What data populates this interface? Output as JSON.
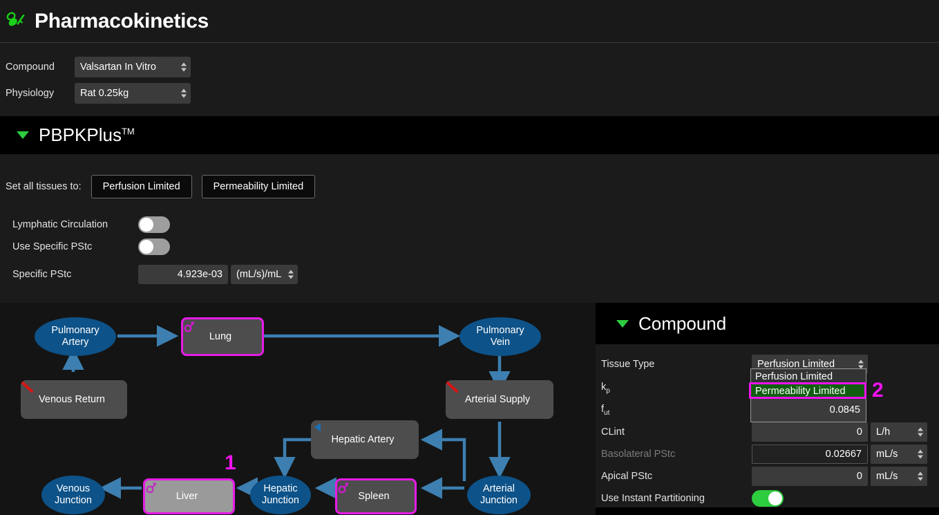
{
  "header": {
    "title": "Pharmacokinetics",
    "logo_icon": "pill-syringe-icon"
  },
  "top_form": {
    "rows": [
      {
        "label": "Compound",
        "value": "Valsartan In Vitro"
      },
      {
        "label": "Physiology",
        "value": "Rat 0.25kg"
      }
    ]
  },
  "pbpk": {
    "section_title": "PBPKPlus",
    "trademark": "TM",
    "caret_icon": "caret-down-icon",
    "set_all_label": "Set all tissues to:",
    "buttons": [
      "Perfusion Limited",
      "Permeability Limited"
    ],
    "toggles": [
      {
        "label": "Lymphatic Circulation",
        "state": "off"
      },
      {
        "label": "Use Specific PStc",
        "state": "off"
      }
    ],
    "specific_pstc": {
      "label": "Specific PStc",
      "value": "4.923e-03",
      "unit": "(mL/s)/mL"
    }
  },
  "diagram": {
    "nodes": [
      {
        "id": "pulmonary-artery",
        "label": "Pulmonary\nArtery",
        "shape": "ellipse"
      },
      {
        "id": "lung",
        "label": "Lung",
        "shape": "rect",
        "icon": "permeability-icon",
        "annotated": true
      },
      {
        "id": "pulmonary-vein",
        "label": "Pulmonary\nVein",
        "shape": "ellipse"
      },
      {
        "id": "venous-return",
        "label": "Venous Return",
        "shape": "rect",
        "icon": "red-slash-icon"
      },
      {
        "id": "arterial-supply",
        "label": "Arterial Supply",
        "shape": "rect",
        "icon": "red-slash-icon"
      },
      {
        "id": "hepatic-artery",
        "label": "Hepatic Artery",
        "shape": "rect",
        "icon": "blue-arrow-left-icon"
      },
      {
        "id": "venous-junction",
        "label": "Venous\nJunction",
        "shape": "ellipse"
      },
      {
        "id": "liver",
        "label": "Liver",
        "shape": "rect",
        "icon": "permeability-icon",
        "annotated": true,
        "selected": true
      },
      {
        "id": "hepatic-junction",
        "label": "Hepatic\nJunction",
        "shape": "ellipse"
      },
      {
        "id": "spleen",
        "label": "Spleen",
        "shape": "rect",
        "icon": "permeability-icon",
        "annotated": true
      },
      {
        "id": "arterial-junction",
        "label": "Arterial\nJunction",
        "shape": "ellipse"
      }
    ],
    "annotations": [
      {
        "number": "1",
        "target": "liver"
      }
    ],
    "colors": {
      "ellipse": "#0d5288",
      "rect": "#4d4d4d",
      "edge": "#3d7fb0",
      "annotation": "#f012f0"
    }
  },
  "compound": {
    "section_title": "Compound",
    "caret_icon": "caret-down-icon",
    "tissue_type": {
      "label": "Tissue Type",
      "value": "Perfusion Limited",
      "options": [
        "Perfusion Limited",
        "Permeability Limited"
      ],
      "highlighted_option": "Permeability Limited",
      "open": true
    },
    "fields": [
      {
        "label": "kp",
        "sub": "p",
        "base": "k",
        "value": "",
        "unit": ""
      },
      {
        "label": "fut",
        "sub": "ut",
        "base": "f",
        "value": "0.0845",
        "unit": ""
      },
      {
        "label": "CLint",
        "value": "0",
        "unit": "L/h"
      },
      {
        "label": "Basolateral PStc",
        "value": "0.02667",
        "unit": "mL/s",
        "disabled": true
      },
      {
        "label": "Apical PStc",
        "value": "0",
        "unit": "mL/s"
      }
    ],
    "instant_partitioning": {
      "label": "Use Instant Partitioning",
      "state": "on"
    },
    "annotations": [
      {
        "number": "2",
        "target": "permeability-limited-option"
      }
    ]
  },
  "colors": {
    "accent_green": "#2ecc3f",
    "annotation_magenta": "#f012f0",
    "panel_bg": "#1b1b1b",
    "bar_bg": "#000000",
    "canvas_bg": "#141414"
  }
}
